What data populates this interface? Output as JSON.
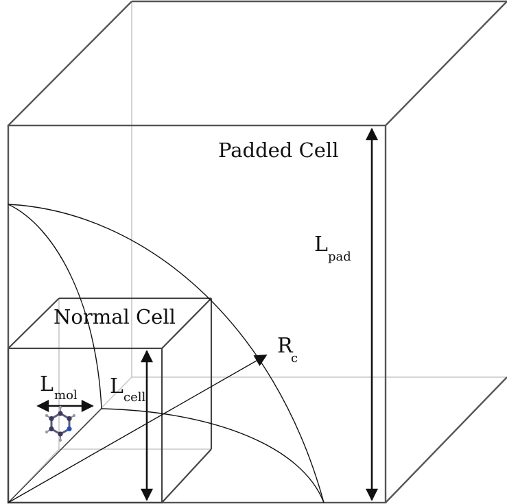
{
  "labels": {
    "padded_cell": "Padded Cell",
    "normal_cell": "Normal Cell",
    "l_pad_main": "L",
    "l_pad_sub": "pad",
    "l_cell_main": "L",
    "l_cell_sub": "cell",
    "l_mol_main": "L",
    "l_mol_sub": "mol",
    "r_c_main": "R",
    "r_c_sub": "c"
  },
  "colors": {
    "visible_edge": "#555555",
    "hidden_edge": "#c8c8c8",
    "curve": "#111111",
    "molecule_carbon": "#3a3a5a",
    "molecule_nitrogen": "#1f4fc8"
  },
  "icons": {
    "molecule": "pyridine-molecule-icon"
  }
}
